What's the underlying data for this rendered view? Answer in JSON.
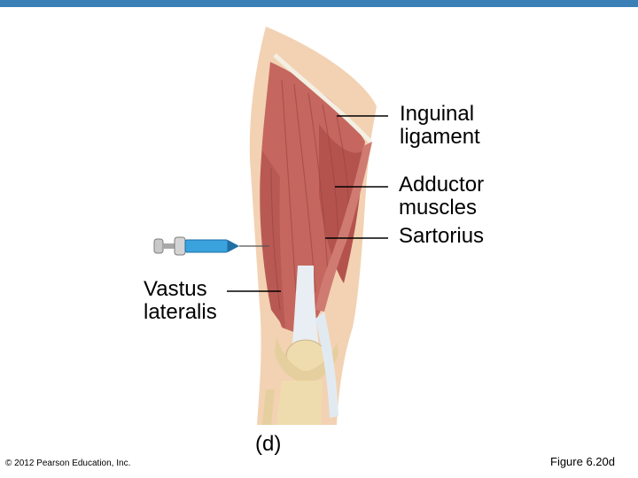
{
  "colors": {
    "top_bar": "#3a7fb6",
    "muscle": "#c5675f",
    "muscle_dark": "#a04a45",
    "skin": "#f2d2b3",
    "tendon": "#e8eef3",
    "bone": "#efdcae",
    "syringe": "#3aa2dd"
  },
  "labels": {
    "inguinal_ligament": "Inguinal\nligament",
    "adductor_muscles": "Adductor\nmuscles",
    "sartorius": "Sartorius",
    "vastus_lateralis": "Vastus\nlateralis"
  },
  "panel_label": "(d)",
  "copyright": "© 2012 Pearson Education, Inc.",
  "figure_number": "Figure 6.20d",
  "icons": {
    "injection": "syringe-icon"
  }
}
